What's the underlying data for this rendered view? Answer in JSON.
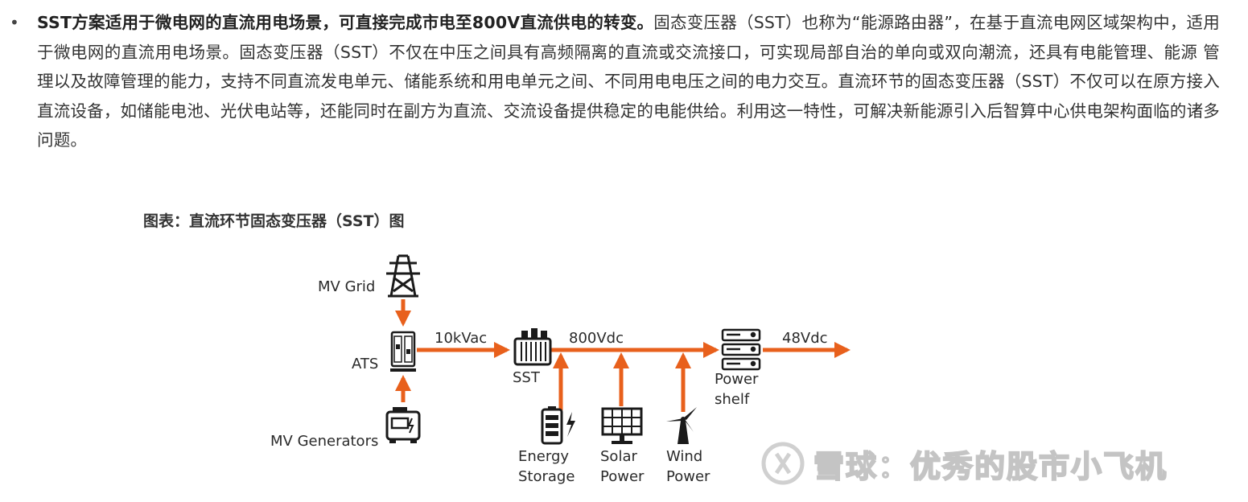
{
  "article": {
    "bullet": "•",
    "lead_bold": "SST方案适用于微电网的直流用电场景，可直接完成市电至800V直流供电的转变。",
    "body": "固态变压器（SST）也称为“能源路由器”，在基于直流电网区域架构中，适用于微电网的直流用电场景。固态变压器（SST）不仅在中压之间具有高频隔离的直流或交流接口，可实现局部自治的单向或双向潮流，还具有电能管理、能源 管理以及故障管理的能力，支持不同直流发电单元、储能系统和用电单元之间、不同用电电压之间的电力交互。直流环节的固态变压器（SST）不仅可以在原方接入直流设备，如储能电池、光伏电站等，还能同时在副方为直流、交流设备提供稳定的电能供给。利用这一特性，可解决新能源引入后智算中心供电架构面临的诸多问题。"
  },
  "figure": {
    "title": "图表：直流环节固态变压器（SST）图",
    "labels": {
      "mv_grid": "MV Grid",
      "ats": "ATS",
      "mv_generators": "MV Generators",
      "ac_link": "10kVac",
      "sst": "SST",
      "dc_bus": "800Vdc",
      "power_shelf_1": "Power",
      "power_shelf_2": "shelf",
      "out_dc": "48Vdc",
      "energy_storage_1": "Energy",
      "energy_storage_2": "Storage",
      "solar_1": "Solar",
      "solar_2": "Power",
      "wind_1": "Wind",
      "wind_2": "Power"
    },
    "colors": {
      "line": "#e8601c",
      "icon": "#1a1a1a"
    }
  },
  "watermark": {
    "text": "雪球：优秀的股市小飞机"
  }
}
